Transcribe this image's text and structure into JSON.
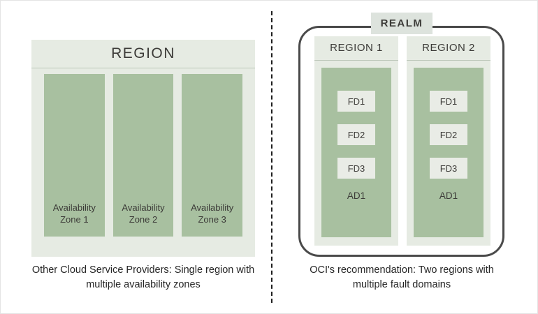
{
  "colors": {
    "panel_green": "#e6ebe3",
    "zone_green": "#a8c0a0",
    "fd_bg": "#e9ece6",
    "header_rule": "#bdc8ba",
    "realm_border": "#4a4a4a",
    "badge_bg": "#dde3dd",
    "text_dark": "#3c3b38",
    "caption_text": "#262626",
    "divider": "#1f1f1f"
  },
  "left": {
    "region_title": "REGION",
    "zones": [
      {
        "label": "Availability Zone 1"
      },
      {
        "label": "Availability Zone 2"
      },
      {
        "label": "Availability Zone 3"
      }
    ],
    "caption": "Other Cloud Service Providers: Single region with multiple availability zones"
  },
  "right": {
    "realm_label": "REALM",
    "regions": [
      {
        "title": "REGION 1",
        "fds": [
          "FD1",
          "FD2",
          "FD3"
        ],
        "ad_label": "AD1"
      },
      {
        "title": "REGION 2",
        "fds": [
          "FD1",
          "FD2",
          "FD3"
        ],
        "ad_label": "AD1"
      }
    ],
    "caption": "OCI's recommendation: Two regions with multiple fault domains"
  }
}
